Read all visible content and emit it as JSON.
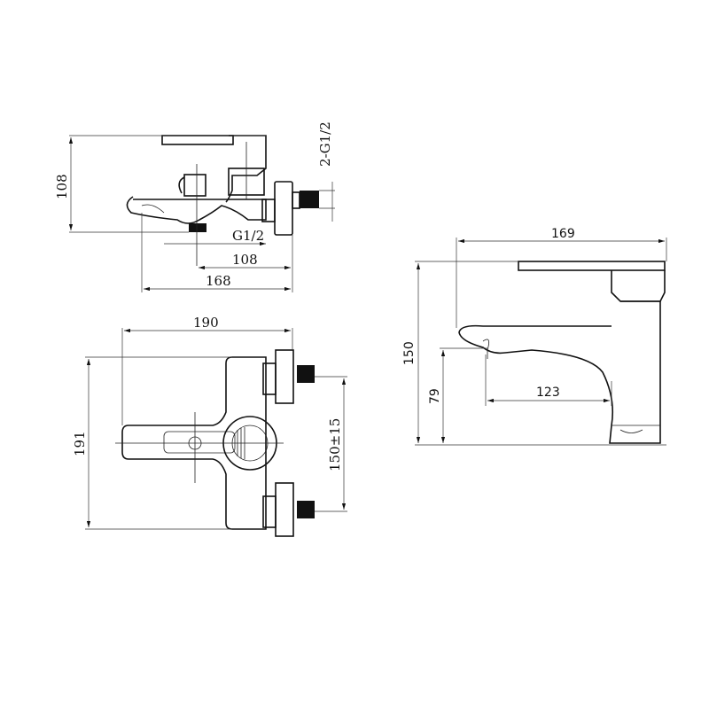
{
  "side_view": {
    "height_dim": "108",
    "thread_inlet": "2-G1/2",
    "thread_outlet": "G1/2",
    "outlet_to_wall_dim": "108",
    "overall_length_dim": "168"
  },
  "top_view": {
    "width_dim": "190",
    "depth_dim": "191",
    "inlet_spacing_dim": "150±15"
  },
  "basin_view": {
    "width_dim": "169",
    "height_dim": "150",
    "spout_height_dim": "79",
    "spout_reach_dim": "123"
  },
  "colors": {
    "line": "#111111",
    "background": "#ffffff"
  }
}
